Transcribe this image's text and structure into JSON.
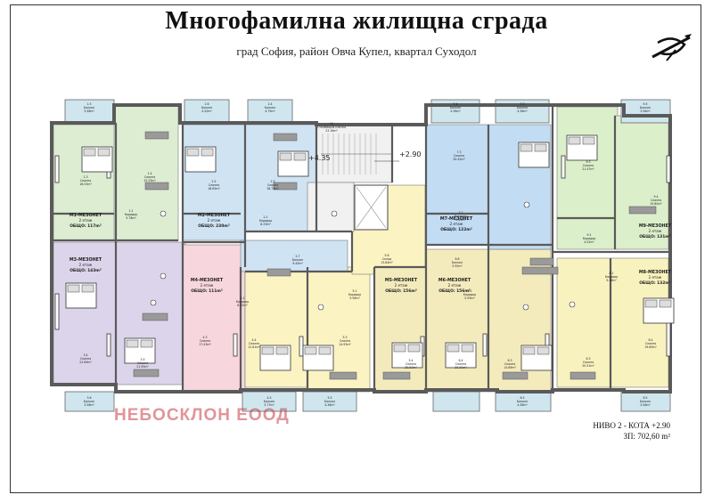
{
  "title": "Многофамилна жилищна сграда",
  "subtitle": "град София, район Овча Купел, квартал Суходол",
  "level_label": "НИВО 2 - КОТА +2.90",
  "area_label": "ЗП: 702,60 m²",
  "watermark": "НЕБОСКЛОН ЕООД",
  "icons": [
    "north-arrow-logo"
  ],
  "colors": {
    "m1": "#dcedd2",
    "m2": "#cfe3f3",
    "m3": "#fbf3c2",
    "m4": "#f7d6dd",
    "m5": "#dcd4ea",
    "m6": "#c2dcf4",
    "m7": "#f4ebbd",
    "m8": "#f8f2bf",
    "m9": "#dcefcb",
    "common": "#f1f1f1",
    "terrace": "#cfe6ef",
    "wall": "#5a5a5a"
  },
  "rooms": [
    {
      "id": "1.5",
      "label": "Балкон",
      "area": "3.58m²"
    },
    {
      "id": "2.6",
      "label": "Балкон",
      "area": "4.20m²"
    },
    {
      "id": "2.4",
      "label": "Балкон",
      "area": "4.79m²"
    },
    {
      "id": "7.4",
      "label": "Балкон",
      "area": "4.38m²"
    },
    {
      "id": "7.5",
      "label": "Балкон",
      "area": "4.38m²"
    },
    {
      "id": "9.5",
      "label": "Балкон",
      "area": "3.58m²"
    },
    {
      "id": "1.3",
      "label": "Спалня",
      "area": "16.53m²"
    },
    {
      "id": "1.4",
      "label": "Спалня",
      "area": "15.33m²"
    },
    {
      "id": "2.5",
      "label": "Спалня",
      "area": "18.65m²"
    },
    {
      "id": "2.3",
      "label": "Спалня",
      "area": "18.73m²"
    },
    {
      "id": "7.3",
      "label": "Спалня",
      "area": "20.42m²"
    },
    {
      "id": "9.3",
      "label": "Спалня",
      "area": "21.47m²"
    },
    {
      "id": "9.4",
      "label": "Спалня",
      "area": "19.80m²"
    },
    {
      "id": "3.4",
      "label": "Спалня",
      "area": "22.69m²"
    },
    {
      "id": "3.5",
      "label": "Спалня",
      "area": "21.95m²"
    },
    {
      "id": "4.3",
      "label": "Спалня",
      "area": "17.43m²"
    },
    {
      "id": "4.4",
      "label": "Спалня",
      "area": "12.61m²"
    },
    {
      "id": "5.3",
      "label": "Спалня",
      "area": "14.93m²"
    },
    {
      "id": "5.4",
      "label": "Спалня",
      "area": "20.53m²"
    },
    {
      "id": "6.4",
      "label": "Спалня",
      "area": "20.00m²"
    },
    {
      "id": "6.3",
      "label": "Спалня",
      "area": "14.69m²"
    },
    {
      "id": "8.3",
      "label": "Спалня",
      "area": "20.51m²"
    },
    {
      "id": "8.4",
      "label": "Спалня",
      "area": "19.69m²"
    },
    {
      "id": "1.1",
      "label": "Коридор",
      "area": "5.78m²"
    },
    {
      "id": "2.1",
      "label": "Коридор",
      "area": "8.33m²"
    },
    {
      "id": "4.1",
      "label": "Коридор",
      "area": "8.42m²"
    },
    {
      "id": "5.1",
      "label": "Коридор",
      "area": "5.58m²"
    },
    {
      "id": "6.1",
      "label": "Коридор",
      "area": "5.59m²"
    },
    {
      "id": "7.1",
      "label": "Коридор",
      "area": "5.49m²"
    },
    {
      "id": "8.1",
      "label": "Коридор",
      "area": "5.46m²"
    },
    {
      "id": "9.1",
      "label": "Коридор",
      "area": "4.52m²"
    },
    {
      "id": "2.7",
      "label": "Балкон",
      "area": "9.45m²"
    },
    {
      "id": "5.6",
      "label": "Склад",
      "area": "13.84m²"
    },
    {
      "id": "6.6",
      "label": "Балкон",
      "area": "5.50m²"
    },
    {
      "id": "3.6",
      "label": "Балкон",
      "area": "3.58m²"
    },
    {
      "id": "4.5",
      "label": "Балкон",
      "area": "3.77m²"
    },
    {
      "id": "5.5",
      "label": "Балкон",
      "area": "4.38m²"
    },
    {
      "id": "6.5",
      "label": "Балкон",
      "area": "4.38m²"
    },
    {
      "id": "8.5",
      "label": "Балкон",
      "area": "3.58m²"
    },
    {
      "id": "10",
      "label": "Стълбищна клетка",
      "area": "23.18m²"
    }
  ],
  "units": [
    {
      "name": "М1-МЕЗОНЕТ",
      "floor": "2 етаж",
      "area": "ОБЩО: 117m²"
    },
    {
      "name": "М2-МЕЗОНЕТ",
      "floor": "2 етаж",
      "area": "ОБЩО: 230m²"
    },
    {
      "name": "М3-МЕЗОНЕТ",
      "floor": "2 етаж",
      "area": "ОБЩО: 143m²"
    },
    {
      "name": "М4-МЕЗОНЕТ",
      "floor": "2 етаж",
      "area": "ОБЩО: 111m²"
    },
    {
      "name": "М5-МЕЗОНЕТ",
      "floor": "2 етаж",
      "area": "ОБЩО: 156m²"
    },
    {
      "name": "М6-МЕЗОНЕТ",
      "floor": "2 етаж",
      "area": "ОБЩО: 156m²"
    },
    {
      "name": "М7-МЕЗОНЕТ",
      "floor": "2 етаж",
      "area": "ОБЩО: 122m²"
    },
    {
      "name": "М8-МЕЗОНЕТ",
      "floor": "2 етаж",
      "area": "ОБЩО: 132m²"
    },
    {
      "name": "М9-МЕЗОНЕТ",
      "floor": "2 етаж",
      "area": "ОБЩО: 131m²"
    }
  ],
  "elevations": [
    "+4.35",
    "+2.90"
  ]
}
